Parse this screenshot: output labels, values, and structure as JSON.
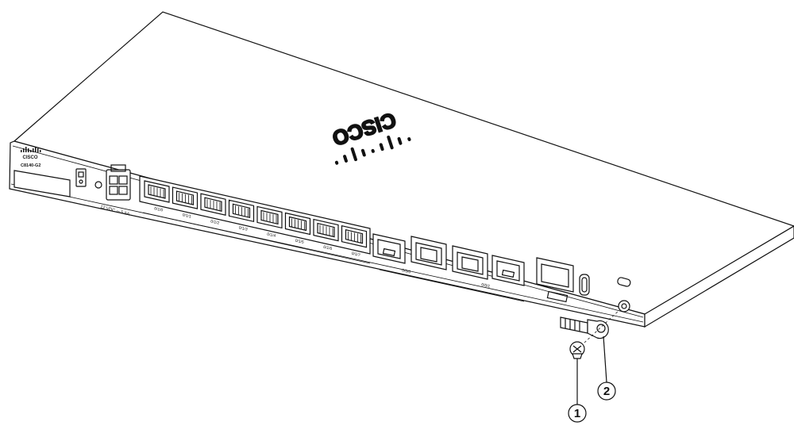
{
  "device": {
    "brand_logo_text": "CISCO",
    "model_label": "C8140-G2",
    "power_label": "12 VDC ⎓ 5.5A",
    "port_labels": [
      "0/1/0",
      "0/1/1",
      "0/1/2",
      "0/1/3",
      "0/1/4",
      "0/1/5",
      "0/1/6",
      "0/1/7"
    ],
    "wan_port_label_1": "0/0/0",
    "wan_port_label_2": "0/0/1"
  },
  "callouts": [
    {
      "number": "1"
    },
    {
      "number": "2"
    }
  ]
}
